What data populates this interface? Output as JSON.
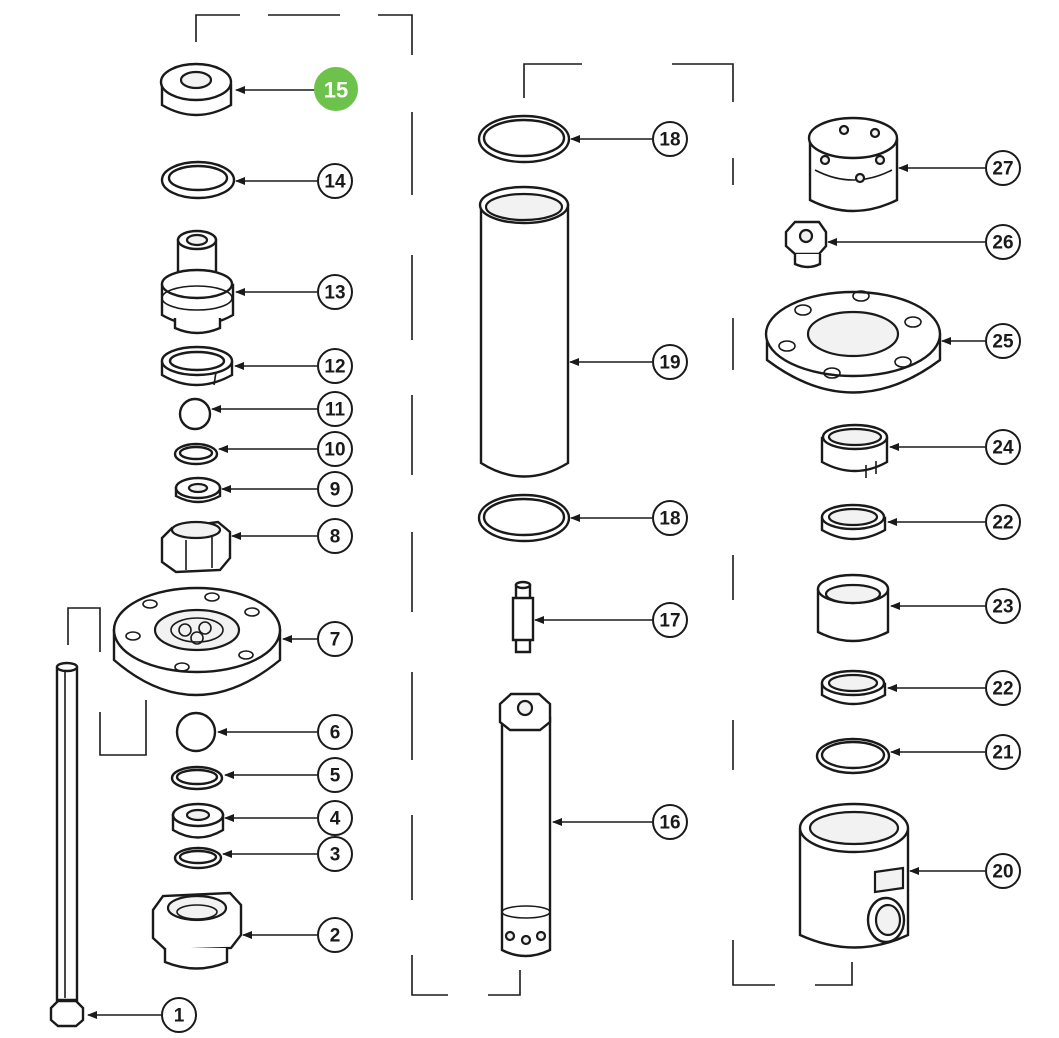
{
  "diagram": {
    "highlight_color": "#6cc24a",
    "highlighted": "15",
    "callouts": [
      {
        "id": "c15",
        "label": "15",
        "active": true
      },
      {
        "id": "c14",
        "label": "14"
      },
      {
        "id": "c13",
        "label": "13"
      },
      {
        "id": "c12",
        "label": "12"
      },
      {
        "id": "c11",
        "label": "11"
      },
      {
        "id": "c10",
        "label": "10"
      },
      {
        "id": "c9",
        "label": "9"
      },
      {
        "id": "c8",
        "label": "8"
      },
      {
        "id": "c7",
        "label": "7"
      },
      {
        "id": "c6",
        "label": "6"
      },
      {
        "id": "c5",
        "label": "5"
      },
      {
        "id": "c4",
        "label": "4"
      },
      {
        "id": "c3",
        "label": "3"
      },
      {
        "id": "c2",
        "label": "2"
      },
      {
        "id": "c1",
        "label": "1"
      },
      {
        "id": "c18a",
        "label": "18"
      },
      {
        "id": "c19",
        "label": "19"
      },
      {
        "id": "c18b",
        "label": "18"
      },
      {
        "id": "c17",
        "label": "17"
      },
      {
        "id": "c16",
        "label": "16"
      },
      {
        "id": "c27",
        "label": "27"
      },
      {
        "id": "c26",
        "label": "26"
      },
      {
        "id": "c25",
        "label": "25"
      },
      {
        "id": "c24",
        "label": "24"
      },
      {
        "id": "c22a",
        "label": "22"
      },
      {
        "id": "c23",
        "label": "23"
      },
      {
        "id": "c22b",
        "label": "22"
      },
      {
        "id": "c21",
        "label": "21"
      },
      {
        "id": "c20",
        "label": "20"
      }
    ]
  }
}
